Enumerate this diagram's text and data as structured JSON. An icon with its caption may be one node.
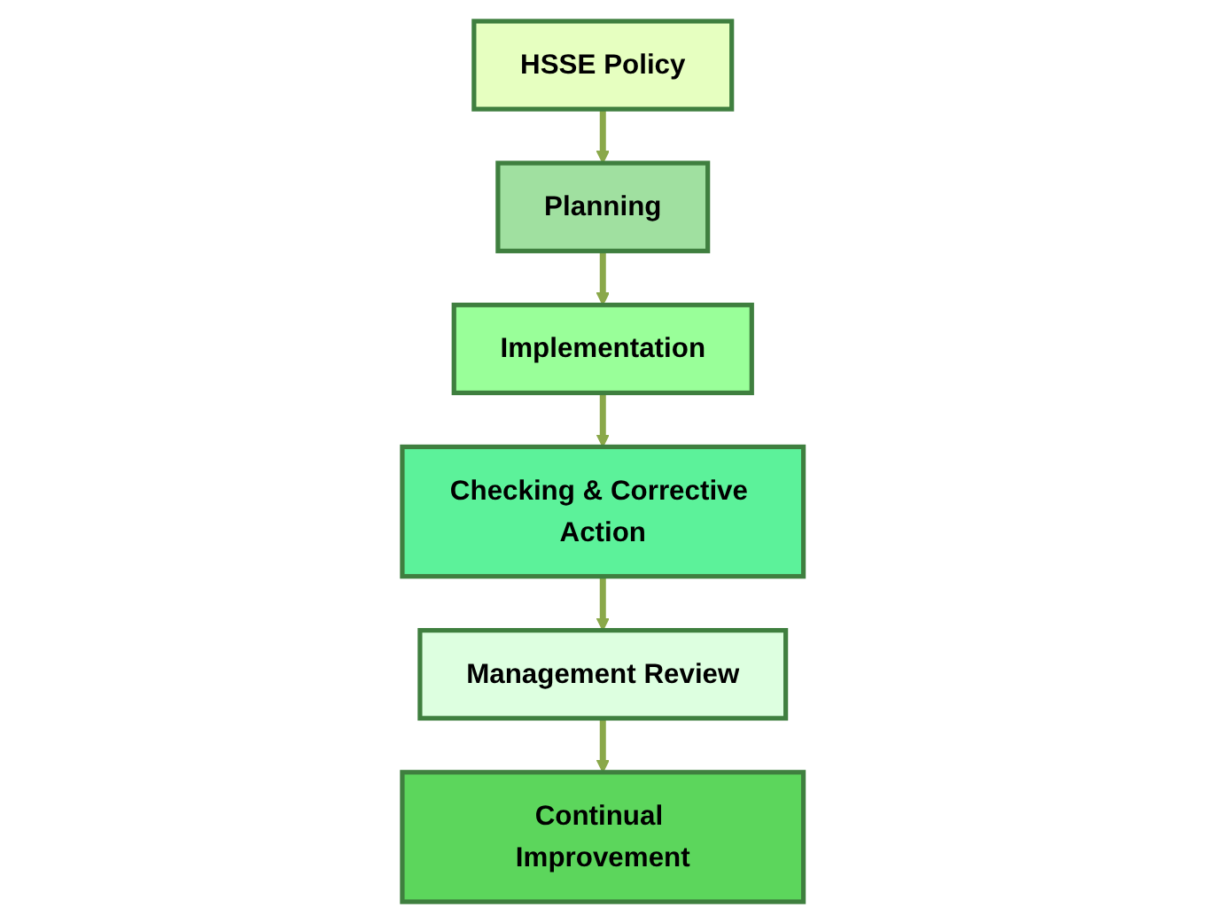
{
  "diagram": {
    "nodes": [
      {
        "text": [
          "Continual Improvement"
        ]
      },
      {
        "text": [
          "HSSE Policy"
        ]
      },
      {
        "text": [
          "Planning"
        ]
      },
      {
        "text": [
          "Implementation"
        ]
      },
      {
        "text": [
          "Checking & Corrective Action"
        ]
      },
      {
        "text": [
          "Management Review"
        ]
      }
    ],
    "edges": [
      {
        "from": 1,
        "to": 2,
        "arrow": "to"
      },
      {
        "from": 2,
        "to": 3,
        "arrow": "to"
      },
      {
        "from": 3,
        "to": 4,
        "arrow": "to"
      },
      {
        "from": 4,
        "to": 5,
        "arrow": "to"
      },
      {
        "from": 5,
        "to": 0,
        "arrow": "to"
      }
    ]
  }
}
